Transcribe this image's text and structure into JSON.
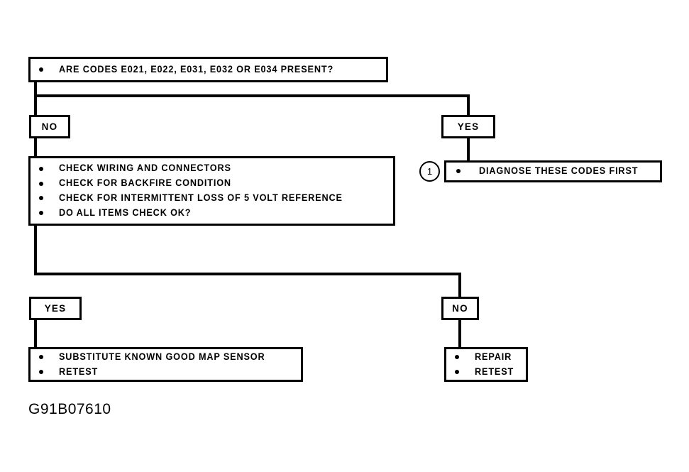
{
  "diagram": {
    "caption": "G91B07610",
    "nodes": {
      "question": {
        "lines": [
          "ARE CODES E021, E022, E031, E032  OR E034 PRESENT?"
        ]
      },
      "branch_no_top": {
        "label": "NO"
      },
      "branch_yes_top": {
        "label": "YES"
      },
      "checks": {
        "lines": [
          "CHECK WIRING AND CONNECTORS",
          "CHECK FOR BACKFIRE CONDITION",
          "CHECK FOR INTERMITTENT LOSS OF 5 VOLT REFERENCE",
          "DO ALL ITEMS CHECK OK?"
        ]
      },
      "diagnose": {
        "ref_marker": "1",
        "lines": [
          "DIAGNOSE THESE CODES FIRST"
        ]
      },
      "branch_yes_bottom": {
        "label": "YES"
      },
      "branch_no_bottom": {
        "label": "NO"
      },
      "substitute": {
        "lines": [
          "SUBSTITUTE KNOWN GOOD MAP SENSOR",
          "RETEST"
        ]
      },
      "repair": {
        "lines": [
          "REPAIR",
          "RETEST"
        ]
      }
    },
    "colors": {
      "ink": "#000000",
      "paper": "#ffffff"
    }
  }
}
